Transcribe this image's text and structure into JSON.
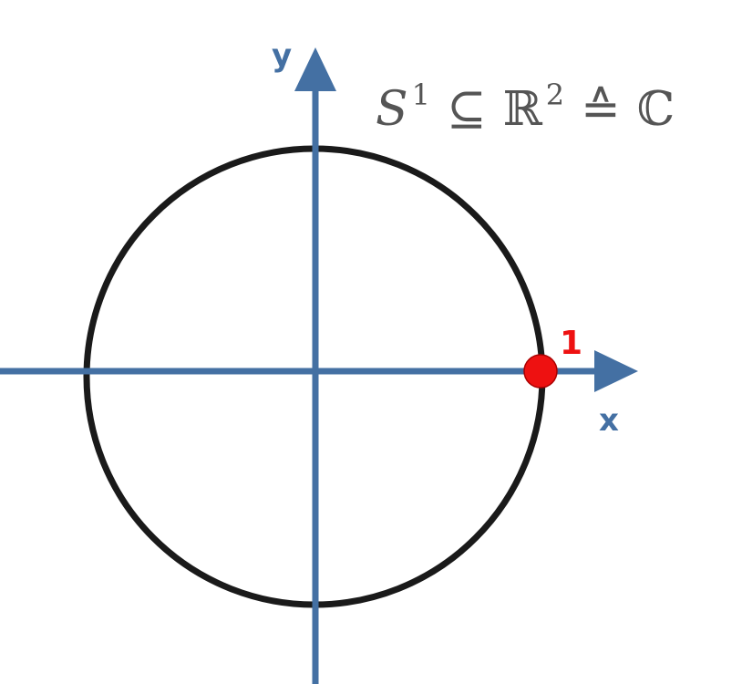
{
  "diagram": {
    "formula": {
      "set_symbol": "S",
      "set_superscript": "1",
      "subset_symbol": "⊆",
      "reals_symbol": "ℝ",
      "reals_superscript": "2",
      "equiv_symbol": "≙",
      "complex_symbol": "ℂ"
    },
    "axes": {
      "x_label": "x",
      "y_label": "y"
    },
    "point": {
      "label": "1"
    },
    "colors": {
      "axis": "#4470a3",
      "circle": "#1a1a1a",
      "point": "#ee1111",
      "point_label": "#ee1111",
      "formula": "#555555"
    }
  }
}
